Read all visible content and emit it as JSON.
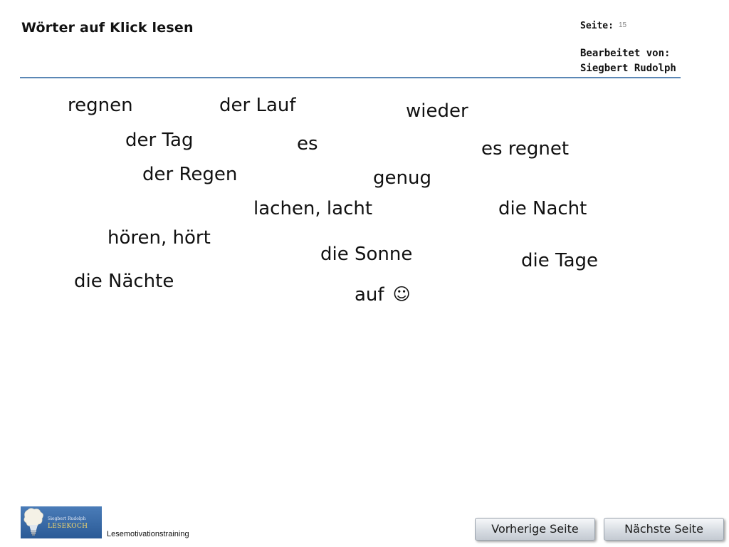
{
  "header": {
    "title": "Wörter auf Klick lesen",
    "page_label": "Seite:",
    "page_number": "15",
    "edited_by_label": "Bearbeitet von:",
    "author": "Siegbert Rudolph"
  },
  "words": [
    "regnen",
    "der Lauf",
    "wieder",
    "der Tag",
    "es",
    "es regnet",
    "der Regen",
    "genug",
    "lachen, lacht",
    "die Nacht",
    "hören, hört",
    "die Sonne",
    "die Tage",
    "die Nächte",
    "auf"
  ],
  "smiley": "☺",
  "footer": {
    "logo_author": "Siegbert Rudolph",
    "logo_brand": "LESEKOCH",
    "label": "Lesemotivationstraining",
    "prev_button": "Vorherige Seite",
    "next_button": "Nächste Seite"
  },
  "colors": {
    "header_rule": "#5b87b5",
    "logo_background": "#2a5a96",
    "logo_brand_text": "#f2d76b"
  }
}
